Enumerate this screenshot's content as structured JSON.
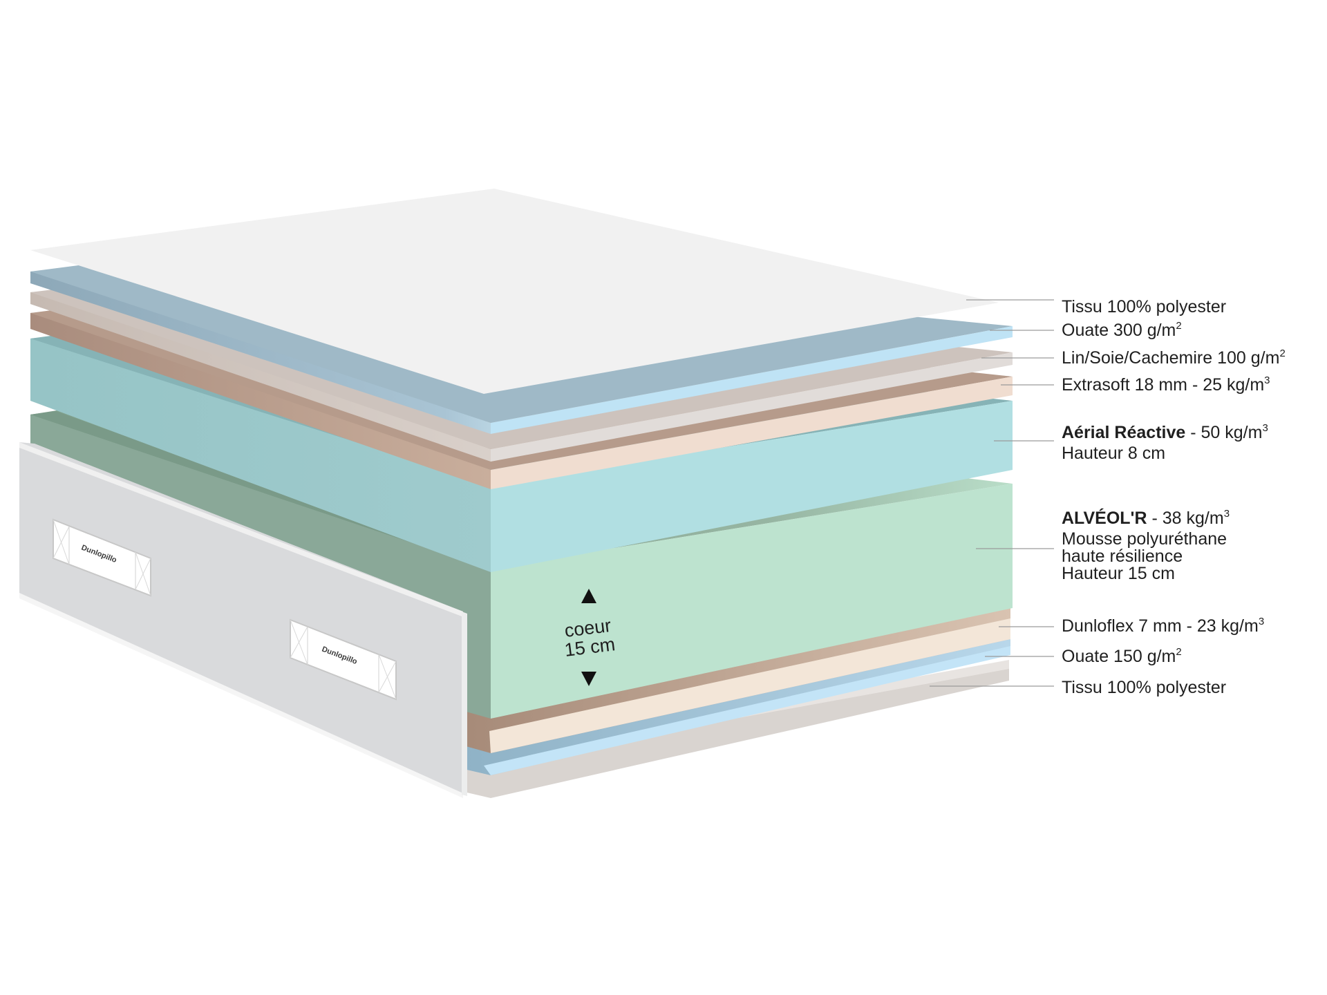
{
  "labels": {
    "top_fabric": "Tissu 100% polyester",
    "ouate_300": "Ouate 300 g/m",
    "lin_soie": "Lin/Soie/Cachemire 100 g/m",
    "extrasoft": "Extrasoft 18 mm - 25 kg/m",
    "aerial_name": "Aérial Réactive",
    "aerial_density": " - 50 kg/m",
    "aerial_height": "Hauteur 8 cm",
    "alveol_name": "ALVÉOL'R",
    "alveol_density": " - 38 kg/m",
    "alveol_line2": "Mousse polyuréthane",
    "alveol_line3": "haute résilience",
    "alveol_line4": "Hauteur 15 cm",
    "dunloflex": "Dunloflex 7 mm - 23 kg/m",
    "ouate_150": "Ouate 150 g/m",
    "bottom_fabric": "Tissu 100% polyester",
    "sup2": "2",
    "sup3": "3"
  },
  "core": {
    "line1": "coeur",
    "line2": "15 cm"
  },
  "brand": {
    "logo": "Dunlopillo"
  },
  "colors": {
    "fabric": "#f1f1f1",
    "ouate": "#bfe3f5",
    "lin": "#d8d2cf",
    "extrasoft": "#f0ddd0",
    "aerial": "#b1dfe2",
    "alveol": "#bde3cf",
    "dunloflex": "#f2e4d6",
    "border": "#dadbdd"
  }
}
